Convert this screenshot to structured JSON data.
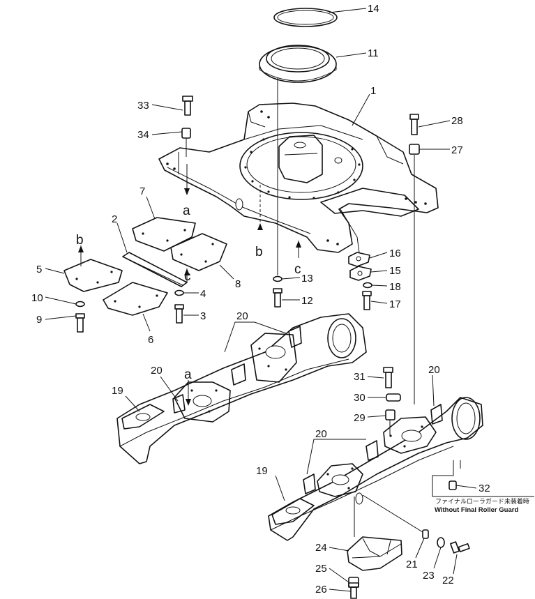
{
  "callouts": [
    {
      "id": "p14",
      "text": "14"
    },
    {
      "id": "p11",
      "text": "11"
    },
    {
      "id": "p1",
      "text": "1"
    },
    {
      "id": "p33",
      "text": "33"
    },
    {
      "id": "p34",
      "text": "34"
    },
    {
      "id": "p28",
      "text": "28"
    },
    {
      "id": "p27",
      "text": "27"
    },
    {
      "id": "p7",
      "text": "7"
    },
    {
      "id": "p2",
      "text": "2"
    },
    {
      "id": "p5",
      "text": "5"
    },
    {
      "id": "p8",
      "text": "8"
    },
    {
      "id": "p10",
      "text": "10"
    },
    {
      "id": "p9",
      "text": "9"
    },
    {
      "id": "p4",
      "text": "4"
    },
    {
      "id": "p3",
      "text": "3"
    },
    {
      "id": "p6",
      "text": "6"
    },
    {
      "id": "p16",
      "text": "16"
    },
    {
      "id": "p15",
      "text": "15"
    },
    {
      "id": "p18",
      "text": "18"
    },
    {
      "id": "p17",
      "text": "17"
    },
    {
      "id": "p13",
      "text": "13"
    },
    {
      "id": "p12",
      "text": "12"
    },
    {
      "id": "p20a",
      "text": "20"
    },
    {
      "id": "p20b",
      "text": "20"
    },
    {
      "id": "p20c",
      "text": "20"
    },
    {
      "id": "p20d",
      "text": "20"
    },
    {
      "id": "p19a",
      "text": "19"
    },
    {
      "id": "p19b",
      "text": "19"
    },
    {
      "id": "p31",
      "text": "31"
    },
    {
      "id": "p30",
      "text": "30"
    },
    {
      "id": "p29",
      "text": "29"
    },
    {
      "id": "p32",
      "text": "32"
    },
    {
      "id": "p24",
      "text": "24"
    },
    {
      "id": "p25",
      "text": "25"
    },
    {
      "id": "p26",
      "text": "26"
    },
    {
      "id": "p21",
      "text": "21"
    },
    {
      "id": "p23",
      "text": "23"
    },
    {
      "id": "p22",
      "text": "22"
    }
  ],
  "reference_letters": [
    {
      "id": "ra1",
      "text": "a"
    },
    {
      "id": "ra2",
      "text": "a"
    },
    {
      "id": "rb1",
      "text": "b"
    },
    {
      "id": "rb2",
      "text": "b"
    },
    {
      "id": "rc1",
      "text": "c"
    },
    {
      "id": "rc2",
      "text": "c"
    }
  ],
  "notes": {
    "japanese": "ファイナルローラガード未装着時",
    "english": "Without Final Roller Guard"
  }
}
